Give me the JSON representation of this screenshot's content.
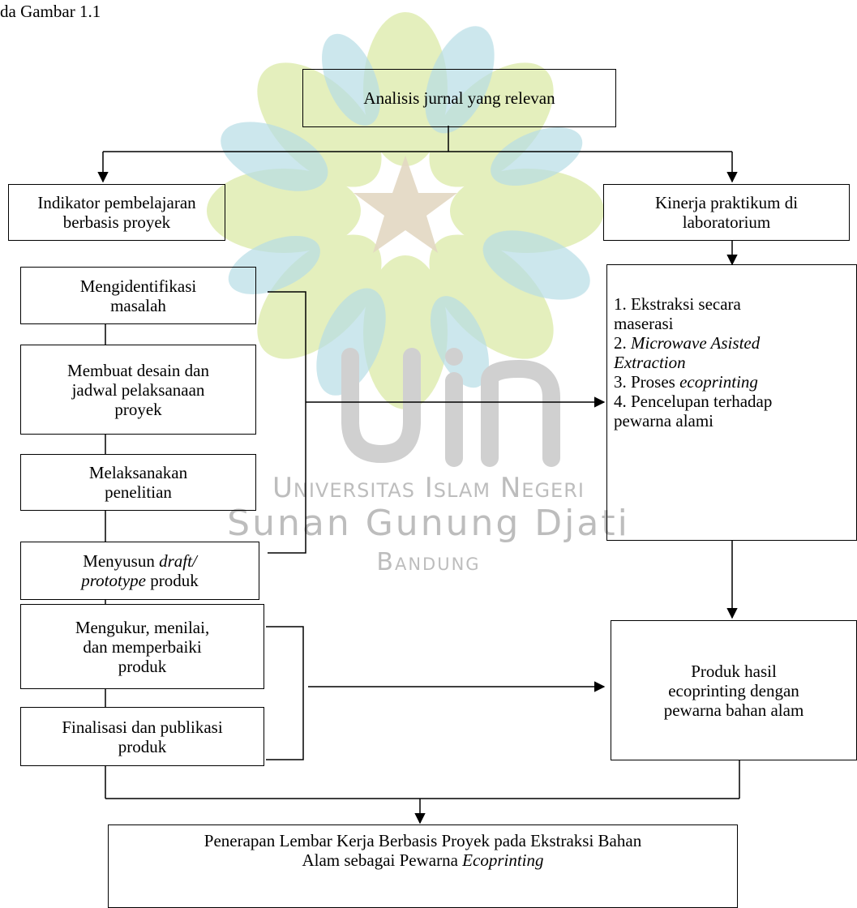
{
  "caption": "da Gambar 1.1",
  "watermark": {
    "line1": "Universitas Islam Negeri",
    "line2": "Sunan Gunung Djati",
    "line3": "Bandung"
  },
  "nodes": {
    "top": {
      "line1": "Analisis jurnal yang relevan"
    },
    "indicator": {
      "line1": "Indikator pembelajaran",
      "line2": "berbasis proyek"
    },
    "performance": {
      "line1": "Kinerja praktikum di",
      "line2": "laboratorium"
    },
    "step1": {
      "line1": "Mengidentifikasi",
      "line2": "masalah"
    },
    "step2": {
      "line1": "Membuat desain dan",
      "line2": "jadwal pelaksanaan",
      "line3": "proyek"
    },
    "step3": {
      "line1": "Melaksanakan",
      "line2": "penelitian"
    },
    "step4": {
      "a": "Menyusun ",
      "b": "draft/",
      "c": "prototype",
      "d": " produk"
    },
    "step5": {
      "line1": "Mengukur, menilai,",
      "line2": "dan memperbaiki",
      "line3": "produk"
    },
    "step6": {
      "line1": "Finalisasi dan publikasi",
      "line2": "produk"
    },
    "lab_steps": {
      "s1a": "1. Ekstraksi secara",
      "s1b": "maserasi",
      "s2num": "2. ",
      "s2a": "Microwave Asisted",
      "s2b": "Extraction",
      "s3a": "3. Proses ",
      "s3b": "ecoprinting",
      "s4a": "4. Pencelupan terhadap",
      "s4b": "pewarna alami"
    },
    "product": {
      "line1": "Produk hasil",
      "line2": "ecoprinting dengan",
      "line3": "pewarna bahan alam"
    },
    "bottom": {
      "line1": "Penerapan Lembar Kerja Berbasis Proyek pada Ekstraksi Bahan",
      "line2a": "Alam sebagai Pewarna ",
      "line2b": "Ecoprinting"
    }
  }
}
